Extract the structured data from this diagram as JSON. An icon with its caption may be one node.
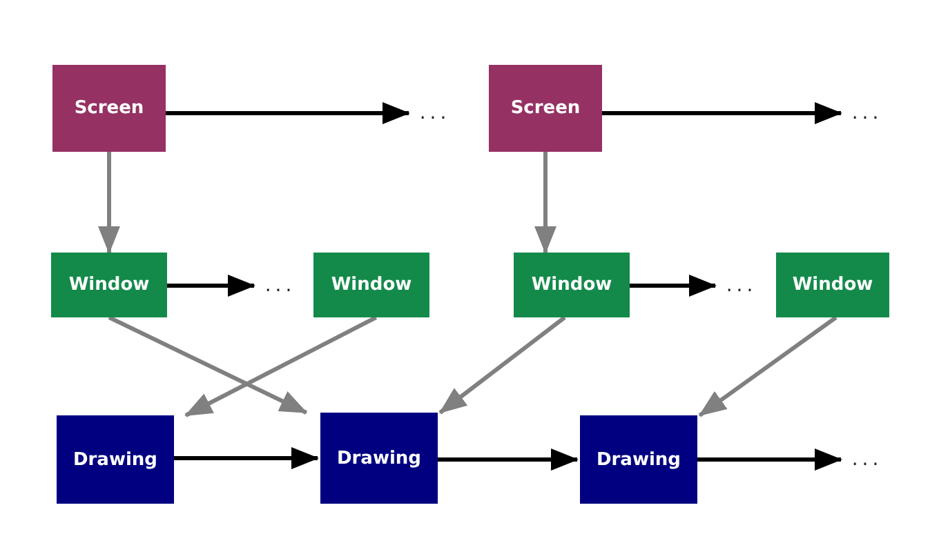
{
  "diagram": {
    "nodes": [
      {
        "text": [
          "Screen"
        ]
      },
      {
        "text": [
          "..."
        ]
      },
      {
        "text": [
          "Screen"
        ]
      },
      {
        "text": [
          "..."
        ]
      },
      {
        "text": [
          "Window"
        ]
      },
      {
        "text": [
          "..."
        ]
      },
      {
        "text": [
          "Window"
        ]
      },
      {
        "text": [
          "Window"
        ]
      },
      {
        "text": [
          "..."
        ]
      },
      {
        "text": [
          "Window"
        ]
      },
      {
        "text": [
          "Drawing"
        ]
      },
      {
        "text": [
          "Drawing"
        ]
      },
      {
        "text": [
          "Drawing"
        ]
      },
      {
        "text": [
          "..."
        ]
      }
    ],
    "edges": [
      {
        "from": 0,
        "to": 1,
        "arrow": "to"
      },
      {
        "from": 0,
        "to": 4,
        "arrow": "to",
        "color": "#808080"
      },
      {
        "from": 2,
        "to": 3,
        "arrow": "to"
      },
      {
        "from": 2,
        "to": 7,
        "arrow": "to",
        "color": "#808080"
      },
      {
        "from": 4,
        "to": 5,
        "arrow": "to"
      },
      {
        "from": 7,
        "to": 8,
        "arrow": "to"
      },
      {
        "from": 4,
        "to": 11,
        "arrow": "to",
        "color": "#808080"
      },
      {
        "from": 6,
        "to": 10,
        "arrow": "to",
        "color": "#808080"
      },
      {
        "from": 7,
        "to": 11,
        "arrow": "to",
        "color": "#808080"
      },
      {
        "from": 9,
        "to": 12,
        "arrow": "to",
        "color": "#808080"
      },
      {
        "from": 10,
        "to": 11,
        "arrow": "to"
      },
      {
        "from": 11,
        "to": 12,
        "arrow": "to"
      },
      {
        "from": 12,
        "to": 13,
        "arrow": "to"
      }
    ]
  }
}
